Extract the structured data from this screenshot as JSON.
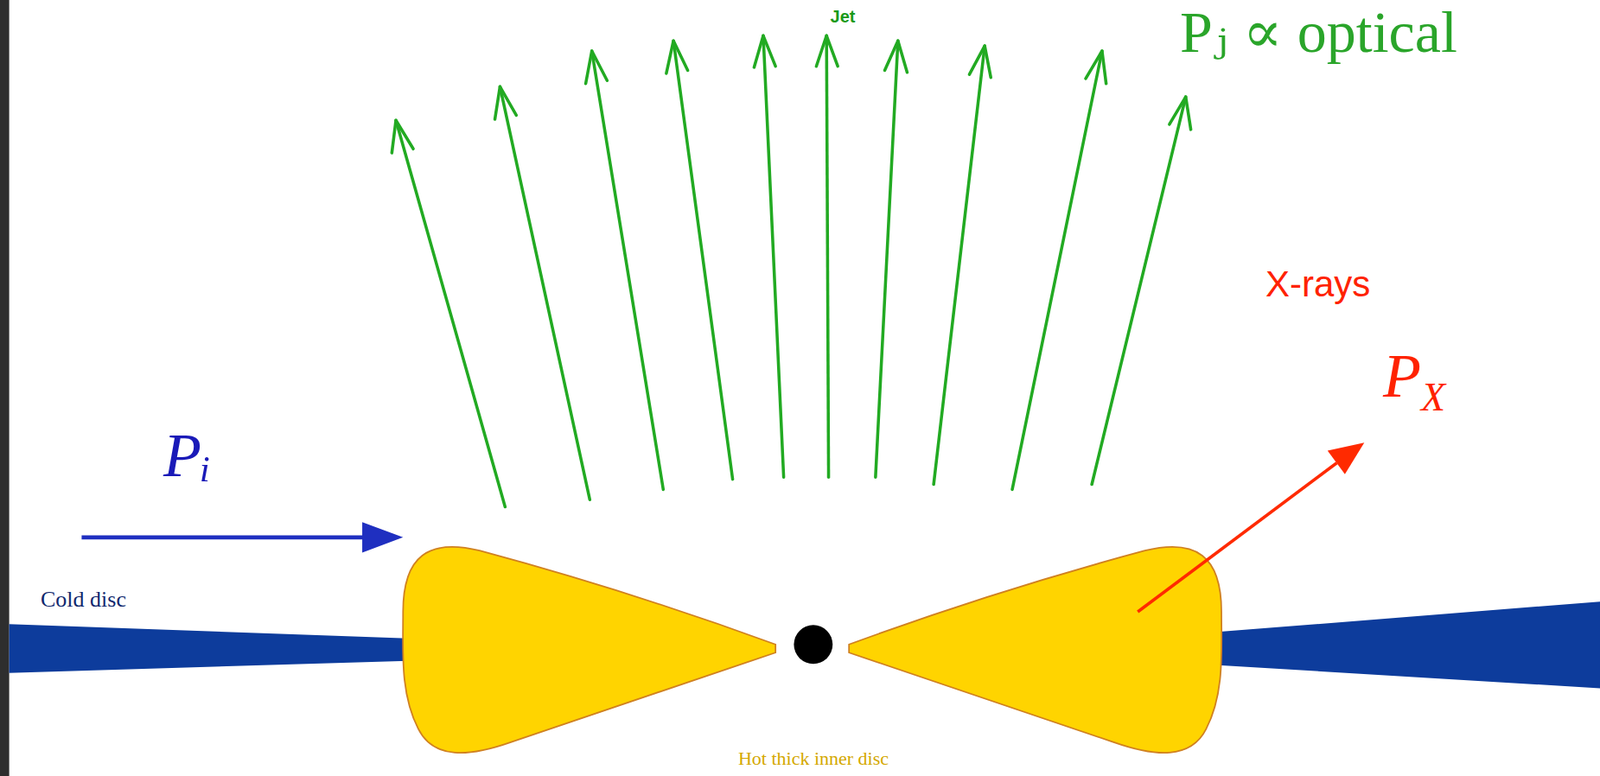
{
  "diagram": {
    "labels": [
      "Jet",
      "Pⱼ ∝ optical",
      "X-rays",
      "P",
      "X",
      "Pᵢ",
      "Cold disc",
      "Hot thick inner disc"
    ]
  }
}
